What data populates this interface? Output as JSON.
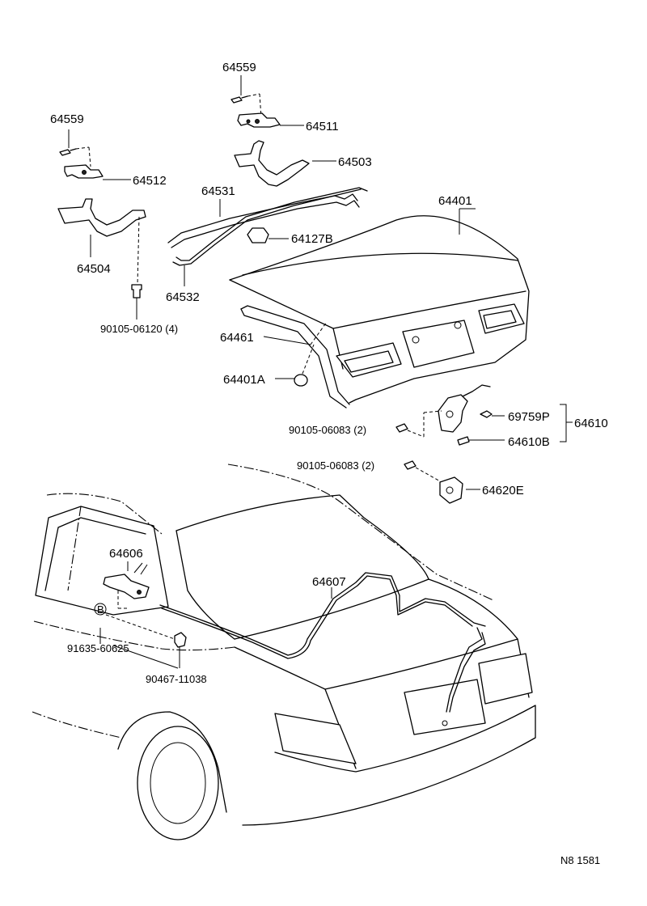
{
  "callouts": {
    "p64559_top": "64559",
    "p64511": "64511",
    "p64503": "64503",
    "p64559_left": "64559",
    "p64512": "64512",
    "p64531": "64531",
    "p64401": "64401",
    "p64127B": "64127B",
    "p64504": "64504",
    "p64532": "64532",
    "p90105_06120": "90105-06120 (4)",
    "p64461": "64461",
    "p64401A": "64401A",
    "p90105_06083_a": "90105-06083 (2)",
    "p69759P": "69759P",
    "p64610": "64610",
    "p64610B": "64610B",
    "p90105_06083_b": "90105-06083 (2)",
    "p64620E": "64620E",
    "p64606": "64606",
    "p64607": "64607",
    "marker_B": "B",
    "p91635_60625": "91635-60625",
    "p90467_11038": "90467-11038"
  },
  "footer": {
    "figure_code": "N8 1581"
  }
}
